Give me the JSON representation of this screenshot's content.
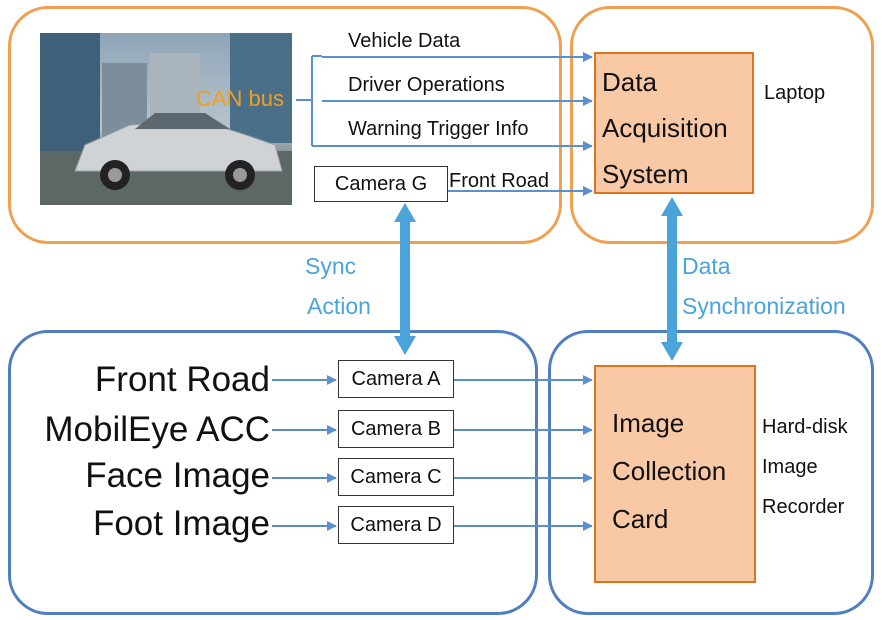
{
  "inputs": [
    "Vehicle Data",
    "Driver Operations",
    "Warning Trigger Info"
  ],
  "can_bus_label": "CAN bus",
  "camera_g": "Camera G",
  "front_road_small": "Front Road",
  "das": [
    "Data",
    "Acquisition",
    "System"
  ],
  "laptop_label": "Laptop",
  "sync_action": [
    "Sync",
    "Action"
  ],
  "data_sync": [
    "Data",
    "Synchronization"
  ],
  "sources": [
    "Front Road",
    "MobilEye ACC",
    "Face Image",
    "Foot Image"
  ],
  "cameras": [
    "Camera A",
    "Camera B",
    "Camera C",
    "Camera D"
  ],
  "icc": [
    "Image",
    "Collection",
    "Card"
  ],
  "recorder": [
    "Hard-disk",
    "Image",
    "Recorder"
  ],
  "colors": {
    "orange_frame": "#f0a050",
    "blue_frame": "#4f7fbf",
    "box_fill": "#f9c9a6",
    "arrow": "#5b8fd0",
    "thick_arrow": "#4aa3d9",
    "blue_text": "#4aa3d9",
    "can_bus_text": "#f0a020"
  }
}
